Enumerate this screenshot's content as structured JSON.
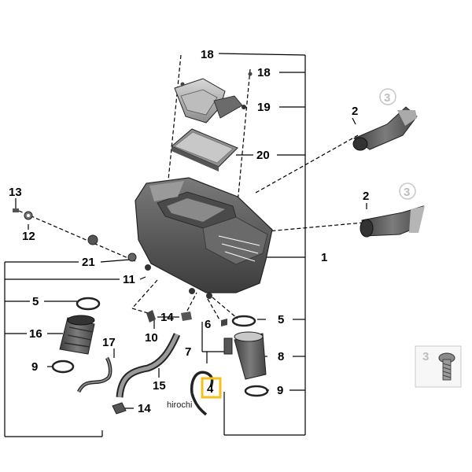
{
  "diagram": {
    "callouts": {
      "c18a": "18",
      "c18b": "18",
      "c19": "19",
      "c20": "20",
      "c1": "1",
      "c2a": "2",
      "c2b": "2",
      "c3a": "3",
      "c3b": "3",
      "c3c": "3",
      "c13": "13",
      "c12": "12",
      "c21": "21",
      "c11": "11",
      "c5a": "5",
      "c5b": "5",
      "c16": "16",
      "c9a": "9",
      "c9b": "9",
      "c17": "17",
      "c10": "10",
      "c14a": "14",
      "c14b": "14",
      "c6": "6",
      "c7": "7",
      "c8": "8",
      "c15": "15",
      "c4": "4"
    },
    "highlight_color": "#f2c21b",
    "part_color": "#5e5e5e",
    "watermark": "hirochi"
  }
}
